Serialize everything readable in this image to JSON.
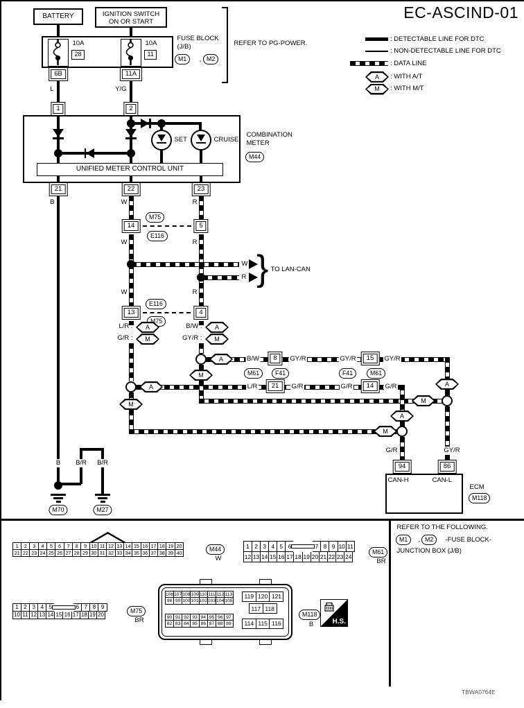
{
  "title": "EC-ASCIND-01",
  "sym": {
    "a": "A",
    "m": "M",
    "comma": ",",
    "brace": "}"
  },
  "legend": {
    "detectable": ": DETECTABLE LINE FOR DTC",
    "non_detectable": ": NON-DETECTABLE LINE FOR DTC",
    "data_line": ": DATA LINE",
    "with_at": ": WITH A/T",
    "with_mt": ": WITH M/T"
  },
  "power": {
    "battery": "BATTERY",
    "ignition_1": "IGNITION SWITCH",
    "ignition_2": "ON OR START",
    "fuse_block_1": "FUSE BLOCK",
    "fuse_block_2": "(J/B)",
    "m1": "M1",
    "m2": "M2",
    "refer": "REFER TO PG-POWER.",
    "fuse1_amp": "10A",
    "fuse1_num": "28",
    "fuse2_amp": "10A",
    "fuse2_num": "11",
    "pin_6b": "6B",
    "pin_11a": "11A",
    "wire_l": "L",
    "wire_yg": "Y/G",
    "pin_1": "1",
    "pin_2": "2"
  },
  "meter": {
    "set": "SET",
    "cruise": "CRUISE",
    "umcu": "UNIFIED METER CONTROL UNIT",
    "name_1": "COMBINATION",
    "name_2": "METER",
    "conn": "M44",
    "pin_21": "21",
    "pin_22": "22",
    "pin_23": "23",
    "wire_b": "B",
    "wire_w": "W",
    "wire_r": "R"
  },
  "mid": {
    "conn_14": "14",
    "conn_5": "5",
    "m75_a": "M75",
    "e116_a": "E116",
    "w_1": "W",
    "r_1": "R",
    "lan_w": "W",
    "lan_r": "R",
    "to_lan": "TO LAN-CAN",
    "w_2": "W",
    "r_2": "R",
    "conn_13": "13",
    "e116_b": "E116",
    "m75_b": "M75",
    "conn_4": "4",
    "lr": "L/R :",
    "gr": "G/R :",
    "bw": "B/W :",
    "gyr": "GY/R :"
  },
  "can1": {
    "bw": "B/W",
    "conn_8": "8",
    "gyr_1": "GY/R",
    "gyr_2": "GY/R",
    "conn_15": "15",
    "gyr_3": "GY/R",
    "m61_l": "M61",
    "f41_l": "F41",
    "f41_r": "F41",
    "m61_r": "M61"
  },
  "can2": {
    "lr": "L/R",
    "conn_21": "21",
    "gr_1": "G/R",
    "gr_2": "G/R",
    "conn_14": "14",
    "gr_3": "G/R"
  },
  "can3": {
    "gr": "G/R",
    "gyr": "GY/R"
  },
  "ecm": {
    "pin_94": "94",
    "pin_86": "86",
    "can_h": "CAN-H",
    "can_l": "CAN-L",
    "name": "ECM",
    "conn": "M118"
  },
  "gnd": {
    "b": "B",
    "br_1": "B/R",
    "br_2": "B/R",
    "m70": "M70",
    "m27": "M27"
  },
  "footer": {
    "refer": "REFER TO THE FOLLOWING.",
    "m1": "M1",
    "m2": "M2",
    "fuse_block": "-FUSE BLOCK-",
    "jb": "JUNCTION BOX (J/B)",
    "code": "TBWA0764E",
    "hs": "H.S."
  },
  "conn_m44": {
    "name": "M44",
    "color": "W",
    "rows": [
      [
        1,
        2,
        3,
        4,
        5,
        6,
        7,
        8,
        9,
        10,
        11,
        12,
        13,
        14,
        15,
        16,
        17,
        18,
        19,
        20
      ],
      [
        21,
        22,
        23,
        24,
        25,
        26,
        27,
        28,
        29,
        30,
        31,
        32,
        33,
        34,
        35,
        36,
        37,
        38,
        39,
        40
      ]
    ]
  },
  "conn_m61": {
    "name": "M61",
    "color": "BR",
    "rows": [
      [
        1,
        2,
        3,
        4,
        5,
        6,
        "|",
        7,
        8,
        9,
        10,
        11
      ],
      [
        12,
        13,
        14,
        15,
        16,
        17,
        18,
        19,
        20,
        21,
        22,
        23,
        24
      ]
    ]
  },
  "conn_m75": {
    "name": "M75",
    "color": "BR",
    "rows": [
      [
        1,
        2,
        3,
        4,
        5,
        "|",
        6,
        7,
        8,
        9
      ],
      [
        10,
        11,
        12,
        13,
        14,
        15,
        16,
        17,
        18,
        19,
        20
      ]
    ]
  },
  "conn_m118": {
    "name": "M118",
    "color": "B",
    "left_top": [
      [
        106,
        107,
        108,
        109,
        110,
        111,
        112,
        113
      ],
      [
        98,
        99,
        100,
        101,
        102,
        103,
        104,
        105
      ]
    ],
    "left_bottom": [
      [
        90,
        91,
        92,
        93,
        94,
        95,
        96,
        97
      ],
      [
        82,
        83,
        84,
        85,
        86,
        87,
        88,
        89
      ]
    ],
    "right_a": [
      [
        119,
        120,
        121
      ]
    ],
    "right_b": [
      [
        117,
        118
      ]
    ],
    "right_c": [
      [
        114,
        115,
        116
      ]
    ]
  }
}
